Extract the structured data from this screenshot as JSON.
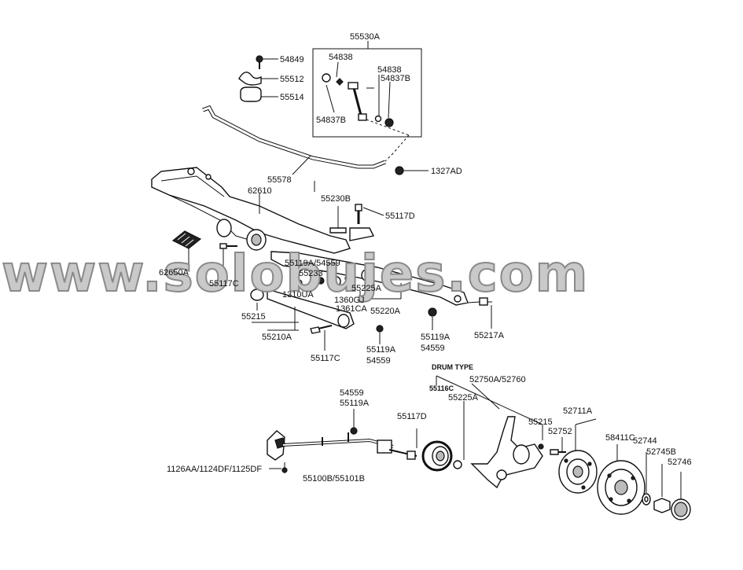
{
  "watermark": "www.solobujes.com",
  "section_label": "DRUM TYPE",
  "labels": [
    {
      "id": "55530A",
      "text": "55530A"
    },
    {
      "id": "54849",
      "text": "54849"
    },
    {
      "id": "55512",
      "text": "55512"
    },
    {
      "id": "55514",
      "text": "55514"
    },
    {
      "id": "54838a",
      "text": "54838"
    },
    {
      "id": "54838b",
      "text": "54838"
    },
    {
      "id": "54837Ba",
      "text": "54837B"
    },
    {
      "id": "54837Bb",
      "text": "54837B"
    },
    {
      "id": "1327AD",
      "text": "1327AD"
    },
    {
      "id": "55578",
      "text": "55578"
    },
    {
      "id": "62610",
      "text": "62610"
    },
    {
      "id": "55230B",
      "text": "55230B"
    },
    {
      "id": "55117D",
      "text": "55117D"
    },
    {
      "id": "62650A",
      "text": "62650A"
    },
    {
      "id": "55117Ca",
      "text": "55117C"
    },
    {
      "id": "55119A_54559",
      "text": "55119A/54559"
    },
    {
      "id": "55233",
      "text": "55233"
    },
    {
      "id": "1310UA",
      "text": "1310UA"
    },
    {
      "id": "55225A",
      "text": "55225A"
    },
    {
      "id": "1360GJ",
      "text": "1360GJ"
    },
    {
      "id": "1361CA",
      "text": "1361CA"
    },
    {
      "id": "55215a",
      "text": "55215"
    },
    {
      "id": "55220A",
      "text": "55220A"
    },
    {
      "id": "55210A",
      "text": "55210A"
    },
    {
      "id": "55119Aa",
      "text": "55119A"
    },
    {
      "id": "54559a",
      "text": "54559"
    },
    {
      "id": "55217A",
      "text": "55217A"
    },
    {
      "id": "55117Cb",
      "text": "55117C"
    },
    {
      "id": "55119Ab",
      "text": "55119A"
    },
    {
      "id": "54559b",
      "text": "54559"
    },
    {
      "id": "54559c",
      "text": "54559"
    },
    {
      "id": "55119Ac",
      "text": "55119A"
    },
    {
      "id": "55116C",
      "text": "55116C"
    },
    {
      "id": "52750A_52760",
      "text": "52750A/52760"
    },
    {
      "id": "55225Ab",
      "text": "55225A"
    },
    {
      "id": "55215b",
      "text": "55215"
    },
    {
      "id": "52711A",
      "text": "52711A"
    },
    {
      "id": "52752",
      "text": "52752"
    },
    {
      "id": "58411C",
      "text": "58411C"
    },
    {
      "id": "52744",
      "text": "52744"
    },
    {
      "id": "52745B",
      "text": "52745B"
    },
    {
      "id": "52746",
      "text": "52746"
    },
    {
      "id": "55117Db",
      "text": "55117D"
    },
    {
      "id": "1126AA",
      "text": "1126AA/1124DF/1125DF"
    },
    {
      "id": "55100B",
      "text": "55100B/55101B"
    }
  ]
}
